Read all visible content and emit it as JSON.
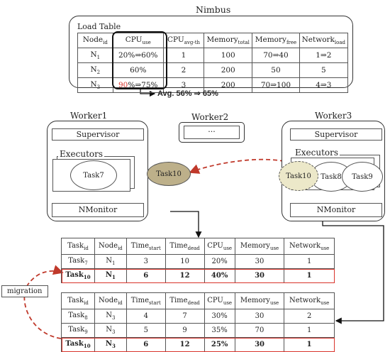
{
  "nimbus": {
    "title": "Nimbus",
    "table_label": "Load Table",
    "headers": [
      {
        "main": "Node",
        "sub": "id"
      },
      {
        "main": "CPU",
        "sub": "use"
      },
      {
        "main": "CPU",
        "sub": "avg-th"
      },
      {
        "main": "Memory",
        "sub": "total"
      },
      {
        "main": "Memory",
        "sub": "free"
      },
      {
        "main": "Network",
        "sub": "load"
      }
    ],
    "rows": [
      {
        "node": "N",
        "node_sub": "1",
        "cpu_pre": "20%",
        "cpu_arrow": "⇒",
        "cpu_post": "60%",
        "avg": "1",
        "mem_total": "100",
        "mem_free": "70⇒40",
        "net": "1⇒2"
      },
      {
        "node": "N",
        "node_sub": "2",
        "cpu_pre": "",
        "cpu_arrow": "",
        "cpu_post": "60%",
        "avg": "2",
        "mem_total": "200",
        "mem_free": "50",
        "net": "5"
      },
      {
        "node": "N",
        "node_sub": "3",
        "cpu_pre": "90",
        "cpu_arrow": "%⇒",
        "cpu_post": "75%",
        "avg": "3",
        "mem_total": "200",
        "mem_free": "70⇒100",
        "net": "4⇒3"
      }
    ],
    "avg_note": "Avg. 56% ⇒ 65%"
  },
  "workers": {
    "worker1": {
      "title": "Worker1",
      "supervisor": "Supervisor",
      "executors": "Executors",
      "task": "Task7",
      "nmonitor": "NMonitor"
    },
    "worker2": {
      "title": "Worker2",
      "content": "···"
    },
    "worker3": {
      "title": "Worker3",
      "supervisor": "Supervisor",
      "executors": "Executors",
      "ghost_task": "Task10",
      "task_a": "Task8",
      "task_b": "Task9",
      "nmonitor": "NMonitor"
    }
  },
  "migrating_task": "Task10",
  "migration_label": "migration",
  "task_table_headers": [
    {
      "main": "Task",
      "sub": "id"
    },
    {
      "main": "Node",
      "sub": "id"
    },
    {
      "main": "Time",
      "sub": "start"
    },
    {
      "main": "Time",
      "sub": "dead"
    },
    {
      "main": "CPU",
      "sub": "use"
    },
    {
      "main": "Memory",
      "sub": "use"
    },
    {
      "main": "Network",
      "sub": "use"
    }
  ],
  "task_table_1": [
    {
      "task": "Task",
      "task_sub": "7",
      "node": "N",
      "node_sub": "1",
      "start": "3",
      "dead": "10",
      "cpu": "20%",
      "mem": "30",
      "net": "1"
    },
    {
      "task": "Task",
      "task_sub": "10",
      "node": "N",
      "node_sub": "1",
      "start": "6",
      "dead": "12",
      "cpu": "40%",
      "mem": "30",
      "net": "1"
    }
  ],
  "task_table_2": [
    {
      "task": "Task",
      "task_sub": "8",
      "node": "N",
      "node_sub": "3",
      "start": "4",
      "dead": "7",
      "cpu": "30%",
      "mem": "30",
      "net": "2"
    },
    {
      "task": "Task",
      "task_sub": "9",
      "node": "N",
      "node_sub": "3",
      "start": "5",
      "dead": "9",
      "cpu": "35%",
      "mem": "70",
      "net": "1"
    },
    {
      "task": "Task",
      "task_sub": "10",
      "node": "N",
      "node_sub": "3",
      "start": "6",
      "dead": "12",
      "cpu": "25%",
      "mem": "30",
      "net": "1"
    }
  ],
  "colors": {
    "accent_red": "#d9342b",
    "task10_fill": "#bdb08a",
    "task10_ghost": "#ece8c9",
    "arrow_blue": "#3b78b8"
  }
}
